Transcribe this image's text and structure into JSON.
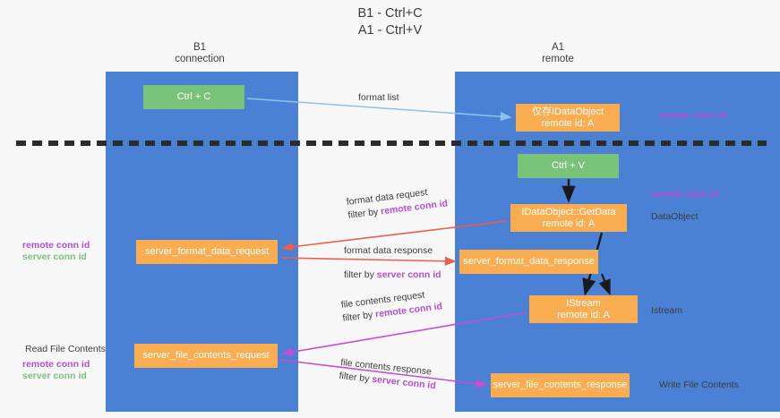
{
  "title_lines": [
    "B1 - Ctrl+C",
    "A1 - Ctrl+V"
  ],
  "lanes": [
    {
      "id": "b1",
      "name": "B1",
      "sub": "connection",
      "color": "#4a81d4"
    },
    {
      "id": "a1",
      "name": "A1",
      "sub": "remote",
      "color": "#4a81d4"
    }
  ],
  "boxes": {
    "ctrl_c": "Ctrl + C",
    "idataobject": {
      "line1": "仅存IDataObject",
      "line2": "remote id: A"
    },
    "ctrl_v": "Ctrl + V",
    "getdata": {
      "line1": "IDataObject::GetData",
      "line2": "remote id: A"
    },
    "server_format_data_request": "server_format_data_request",
    "server_format_data_response": "server_format_data_response",
    "istream": {
      "line1": "IStream",
      "line2": "remote id: A"
    },
    "server_file_contents_request": "server_file_contents_request",
    "server_file_contents_response": "server_file_contents_response"
  },
  "arrow_captions": {
    "format_list": "format list",
    "format_data_request": "format data request",
    "format_data_request_filter_prefix": "filter by ",
    "format_data_request_filter_key": "remote conn id",
    "format_data_response": "format data response",
    "format_data_response_filter_prefix": "filter by ",
    "format_data_response_filter_key": "server conn id",
    "file_contents_request": "file contents request",
    "file_contents_request_filter_prefix": "filter by ",
    "file_contents_request_filter_key": "remote conn id",
    "file_contents_response": "file contents response",
    "file_contents_response_filter_prefix": "filter by ",
    "file_contents_response_filter_key": "server conn id"
  },
  "side_labels": {
    "remote_conn_id_top": "remote conn id",
    "remote_conn_id_mid": "remote conn id",
    "dataobject": "DataObject",
    "istream": "Istream",
    "write_file_contents": "Write File Contents",
    "read_file_contents": "Read File Contents",
    "left_remote_conn_id_1": "remote conn id",
    "left_server_conn_id_1": "server conn id",
    "left_remote_conn_id_2": "remote conn id",
    "left_server_conn_id_2": "server conn id"
  },
  "colors": {
    "lane": "#4a81d4",
    "green_box": "#79c379",
    "orange_box": "#f9ad50",
    "purple_text": "#b44fd0",
    "green_text": "#7cbf7c",
    "blue_arrow": "#8ec3e8",
    "red_arrow": "#e8604c",
    "magenta_arrow": "#c44fd0",
    "divider": "#2b2b2b",
    "background": "#f7f7f7"
  }
}
